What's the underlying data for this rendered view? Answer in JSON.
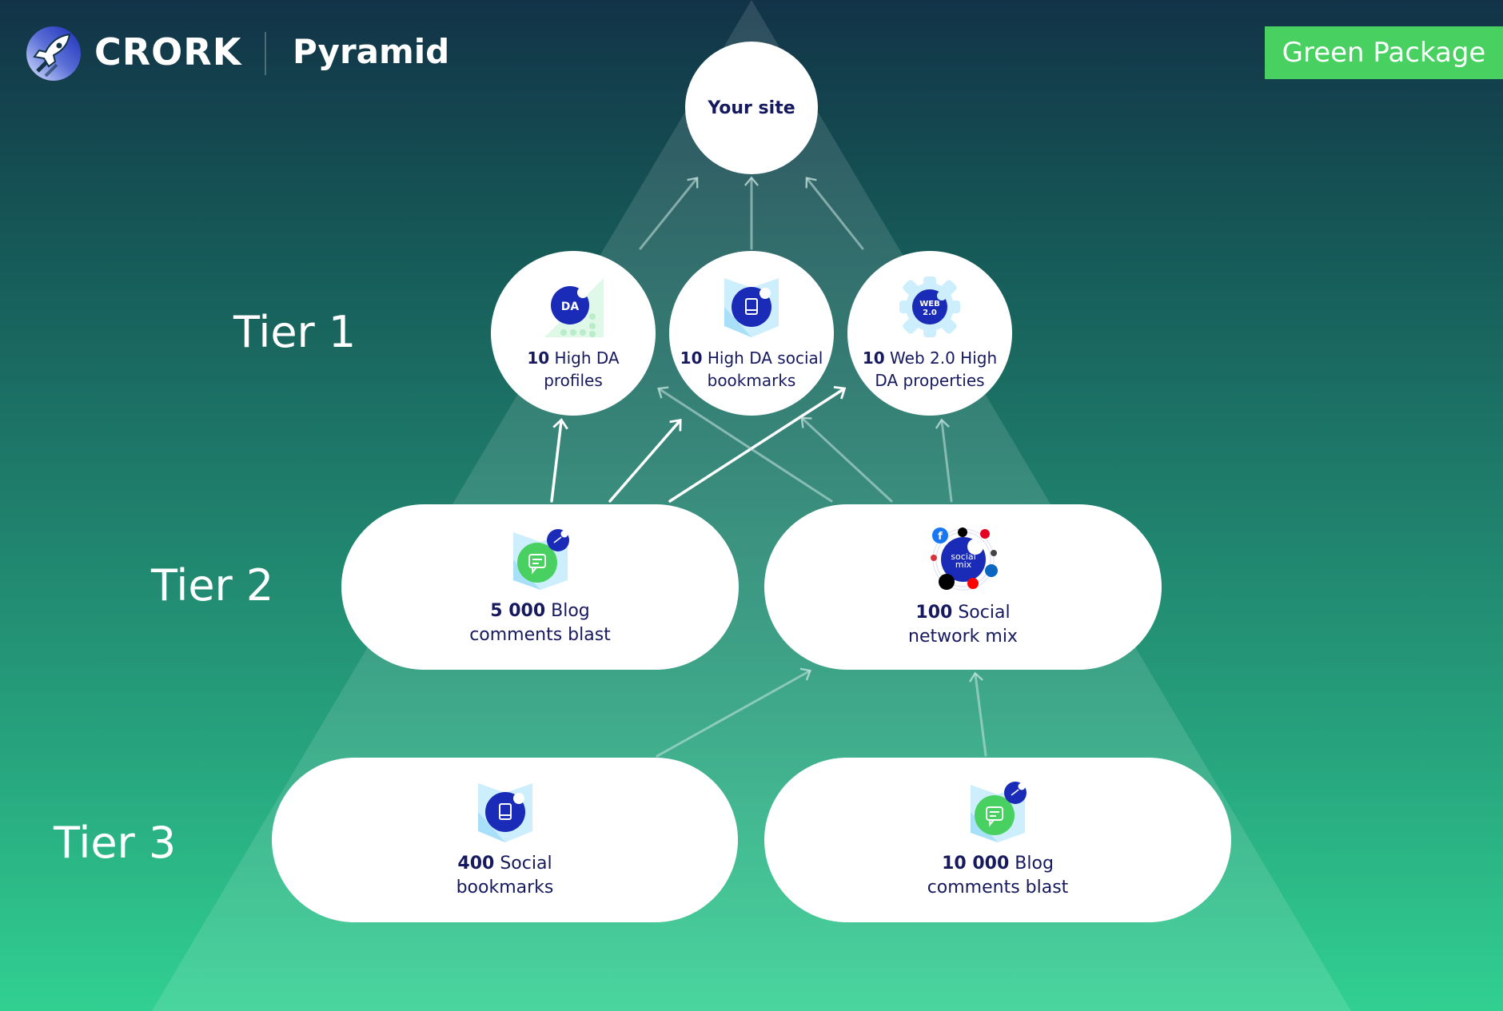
{
  "header": {
    "brand": "CRORK",
    "product": "Pyramid",
    "package_badge": "Green Package",
    "logo_icon": "rocket-icon"
  },
  "colors": {
    "background_top": "#123347",
    "background_bottom": "#31d091",
    "badge": "#48d160",
    "node_text": "#16195e",
    "icon_blue": "#1a2bb8",
    "icon_green": "#48d160",
    "icon_light": "#cdeefc"
  },
  "top": {
    "label": "Your site"
  },
  "tiers": [
    {
      "label": "Tier 1",
      "nodes": [
        {
          "count": "10",
          "text": "High DA profiles",
          "line1": " High DA",
          "line2": "profiles",
          "icon": "da-icon"
        },
        {
          "count": "10",
          "text": "High DA social bookmarks",
          "line1": " High DA social",
          "line2": "bookmarks",
          "icon": "bookmark-icon"
        },
        {
          "count": "10",
          "text": "Web 2.0 High DA properties",
          "line1": " Web 2.0 High",
          "line2": "DA properties",
          "icon": "web2-gear-icon"
        }
      ]
    },
    {
      "label": "Tier 2",
      "nodes": [
        {
          "count": "5 000",
          "text": "Blog comments blast",
          "line1": " Blog",
          "line2": "comments blast",
          "icon": "blog-comment-icon"
        },
        {
          "count": "100",
          "text": "Social network mix",
          "line1": " Social",
          "line2": "network mix",
          "icon": "social-mix-icon"
        }
      ]
    },
    {
      "label": "Tier 3",
      "nodes": [
        {
          "count": "400",
          "text": "Social bookmarks",
          "line1": " Social",
          "line2": "bookmarks",
          "icon": "bookmark-icon"
        },
        {
          "count": "10 000",
          "text": "Blog comments blast",
          "line1": " Blog",
          "line2": "comments blast",
          "icon": "blog-comment-icon"
        }
      ]
    }
  ],
  "icon_labels": {
    "da": "DA",
    "web2_line1": "WEB",
    "web2_line2": "2.0",
    "social_line1": "social",
    "social_line2": "mix"
  },
  "links": [
    {
      "from": "tier1.0",
      "to": "top",
      "style": "muted"
    },
    {
      "from": "tier1.1",
      "to": "top",
      "style": "muted"
    },
    {
      "from": "tier1.2",
      "to": "top",
      "style": "muted"
    },
    {
      "from": "tier2.0",
      "to": "tier1.0",
      "style": "solid"
    },
    {
      "from": "tier2.0",
      "to": "tier1.1",
      "style": "solid"
    },
    {
      "from": "tier2.0",
      "to": "tier1.2",
      "style": "solid"
    },
    {
      "from": "tier2.1",
      "to": "tier1.0",
      "style": "muted"
    },
    {
      "from": "tier2.1",
      "to": "tier1.1",
      "style": "muted"
    },
    {
      "from": "tier2.1",
      "to": "tier1.2",
      "style": "muted"
    },
    {
      "from": "tier3.0",
      "to": "tier2.1",
      "style": "muted"
    },
    {
      "from": "tier3.1",
      "to": "tier2.1",
      "style": "muted"
    }
  ]
}
